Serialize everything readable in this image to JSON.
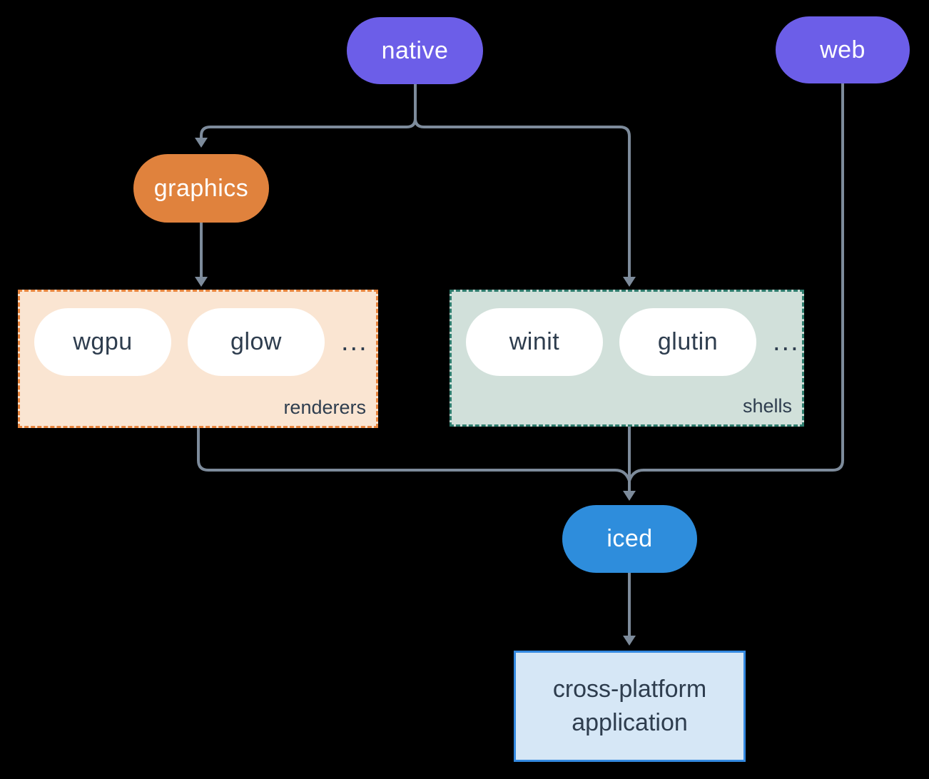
{
  "colors": {
    "background": "#000000",
    "line": "#7D8B9B",
    "purple": "#6C5EE8",
    "orange": "#E0823D",
    "blue": "#2E8DDC",
    "pill_text_light": "#FFFFFF",
    "pill_fill_white": "#FFFFFF",
    "dark_text": "#2E3D4E",
    "renderers_fill": "#FAE5D2",
    "renderers_border": "#E8853E",
    "shells_fill": "#D1E0DA",
    "shells_border": "#2E7D6E",
    "app_fill": "#D6E7F6",
    "app_border": "#3489E0"
  },
  "nodes": {
    "native": {
      "label": "native"
    },
    "web": {
      "label": "web"
    },
    "graphics": {
      "label": "graphics"
    },
    "iced": {
      "label": "iced"
    },
    "app": {
      "label": "cross-platform application"
    }
  },
  "groups": {
    "renderers": {
      "label": "renderers",
      "items": [
        "wgpu",
        "glow"
      ],
      "ellipsis": "..."
    },
    "shells": {
      "label": "shells",
      "items": [
        "winit",
        "glutin"
      ],
      "ellipsis": "..."
    }
  }
}
